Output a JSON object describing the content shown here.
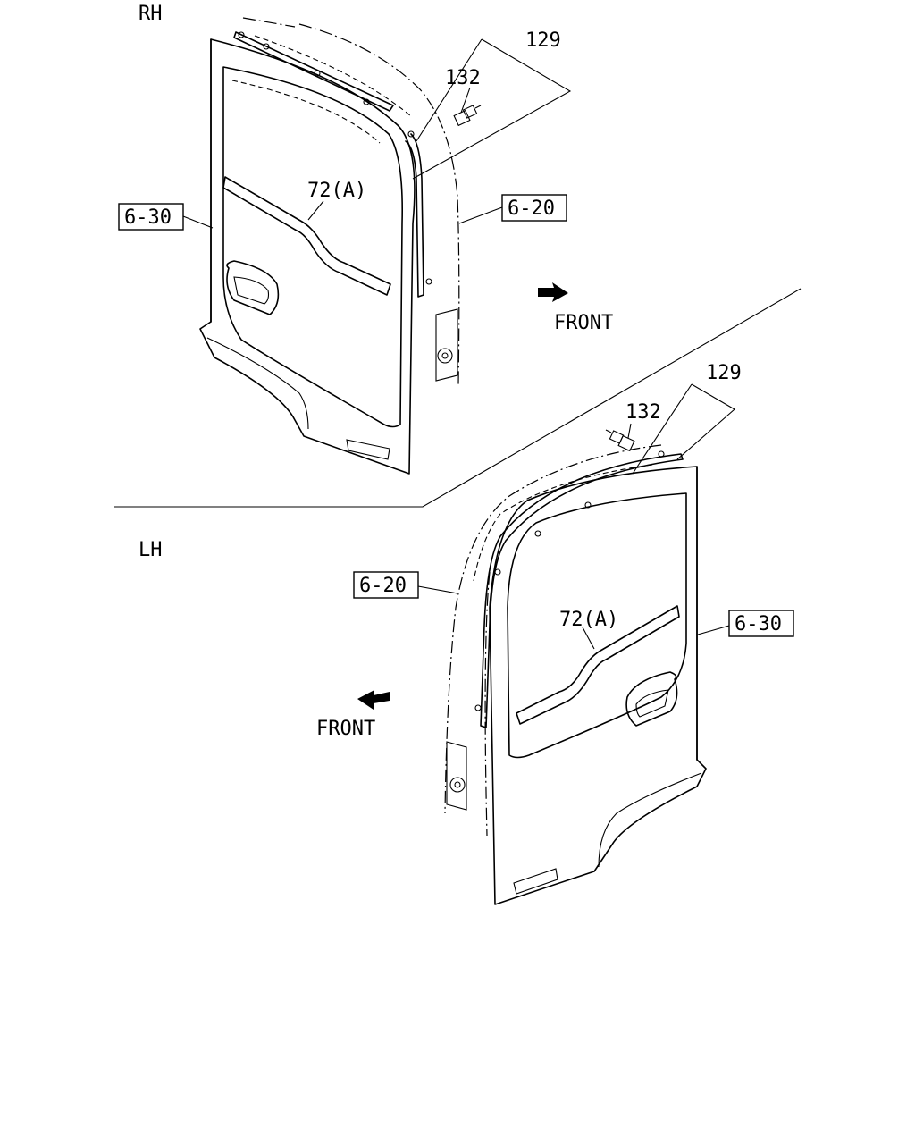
{
  "sections": {
    "rh": "RH",
    "lh": "LH"
  },
  "rh_view": {
    "part_129": "129",
    "part_132": "132",
    "part_72a": "72(A)",
    "ref_630": "6-30",
    "ref_620": "6-20",
    "front": "FRONT"
  },
  "lh_view": {
    "part_129": "129",
    "part_132": "132",
    "part_72a": "72(A)",
    "ref_630": "6-30",
    "ref_620": "6-20",
    "front": "FRONT"
  }
}
